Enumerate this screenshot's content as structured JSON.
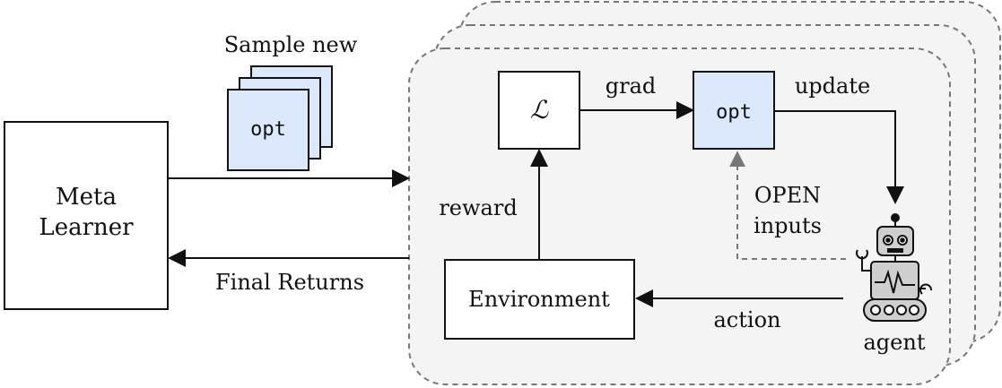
{
  "meta_learner": {
    "line1": "Meta",
    "line2": "Learner"
  },
  "sample": {
    "label": "Sample new",
    "opt_label": "opt"
  },
  "loss": {
    "symbol": "ℒ"
  },
  "edges": {
    "grad": "grad",
    "update": "update",
    "reward": "reward",
    "action": "action",
    "final_returns": "Final Returns",
    "open_line1": "OPEN",
    "open_line2": "inputs"
  },
  "opt": {
    "label": "opt"
  },
  "environment": {
    "label": "Environment"
  },
  "agent": {
    "label": "agent",
    "icon": "robot-icon"
  },
  "colors": {
    "opt_fill": "#dce8fb",
    "panel_fill": "#f4f4f4",
    "dash_stroke": "#777777",
    "robot_fill": "#cfcfcf"
  }
}
